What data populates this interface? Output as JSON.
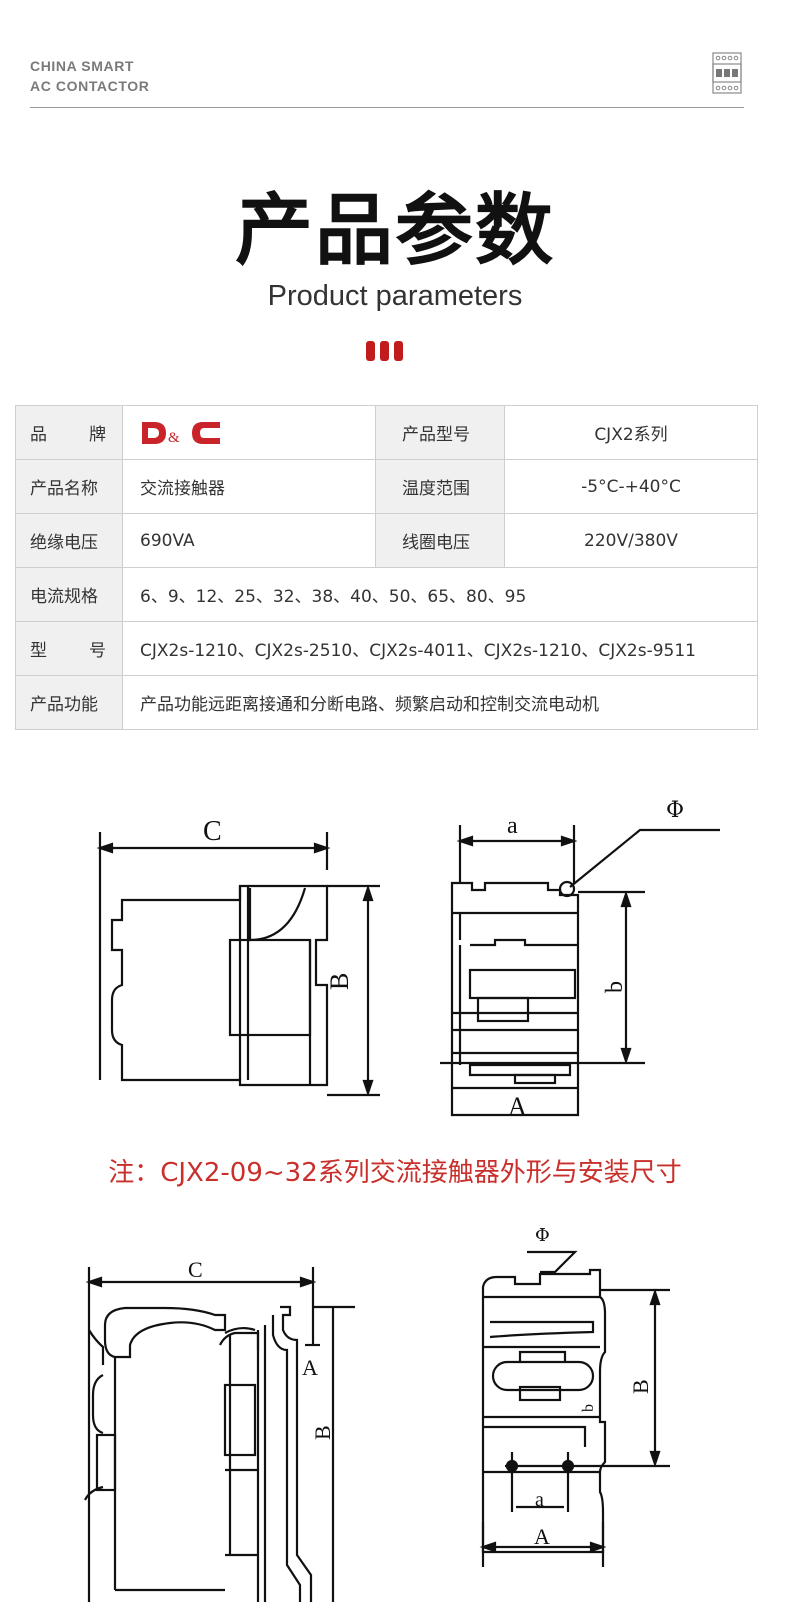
{
  "header": {
    "tag_line1": "CHINA SMART",
    "tag_line2": "AC CONTACTOR"
  },
  "section": {
    "title_cn": "产品参数",
    "title_en": "Product parameters"
  },
  "brand_logo": {
    "text": "D&C",
    "color": "#c9242a"
  },
  "params": {
    "brand_label_a": "品",
    "brand_label_b": "牌",
    "model_series_label": "产品型号",
    "model_series_value": "CJX2系列",
    "name_label": "产品名称",
    "name_value": "交流接触器",
    "temp_label": "温度范围",
    "temp_value": "-5°C-+40°C",
    "insulation_label": "绝缘电压",
    "insulation_value": "690VA",
    "coil_label": "线圈电压",
    "coil_value": "220V/380V",
    "current_label": "电流规格",
    "current_value": "6、9、12、25、32、38、40、50、65、80、95",
    "model_label_a": "型",
    "model_label_b": "号",
    "model_value": "CJX2s-1210、CJX2s-2510、CJX2s-4011、CJX2s-1210、CJX2s-9511",
    "function_label": "产品功能",
    "function_value": "产品功能远距离接通和分断电路、频繁启动和控制交流电动机"
  },
  "diagram1": {
    "label_c": "C",
    "label_b": "B",
    "label_a_small": "a",
    "label_phi": "Φ",
    "label_b_small": "b",
    "label_a_big": "A"
  },
  "note": "注：CJX2-09~32系列交流接触器外形与安装尺寸",
  "diagram2": {
    "label_c": "C",
    "label_a": "A",
    "label_b": "B",
    "label_phi": "Φ",
    "label_b_big": "B",
    "label_b_small": "b",
    "label_a_small": "a",
    "label_a_big": "A"
  },
  "colors": {
    "accent_red": "#c11b1b",
    "note_red": "#c9302c",
    "label_bg": "#f0f0f0"
  }
}
